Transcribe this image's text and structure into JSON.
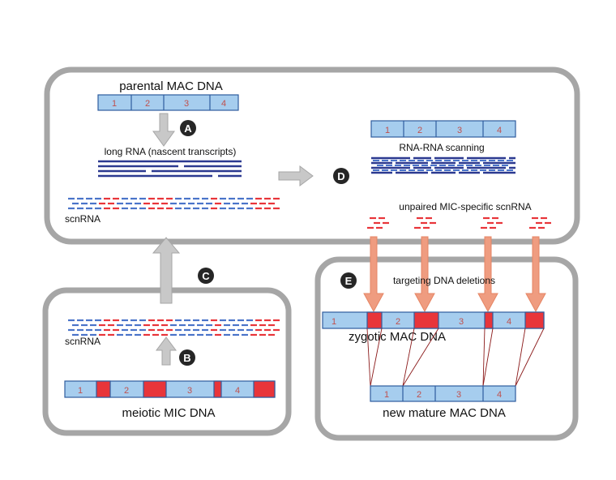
{
  "colors": {
    "panel_border": "#a6a6a6",
    "segment_fill": "#a6cdee",
    "segment_stroke": "#2e5c9e",
    "iES_fill": "#e8353a",
    "strand_blue": "#2b3990",
    "scn_blue": "#4a74c9",
    "scn_red": "#e8353a",
    "gray_arrow": "#c8c8c8",
    "orange_arrow": "#ef9c80",
    "badge": "#262626",
    "number": "#c0504d"
  },
  "labels": {
    "parental_mac_dna": "parental MAC DNA",
    "long_rna": "long RNA (nascent transcripts)",
    "scnrna_top": "scnRNA",
    "rna_rna_scanning": "RNA-RNA scanning",
    "unpaired": "unpaired MIC-specific scnRNA",
    "targeting": "targeting DNA deletions",
    "zygotic_mac_dna": "zygotic MAC DNA",
    "new_mature_mac_dna": "new mature MAC DNA",
    "scnrna_bottom": "scnRNA",
    "meiotic_mic_dna": "meiotic MIC DNA"
  },
  "steps": {
    "a": "A",
    "b": "B",
    "c": "C",
    "d": "D",
    "e": "E"
  },
  "segments": [
    "1",
    "2",
    "3",
    "4"
  ]
}
